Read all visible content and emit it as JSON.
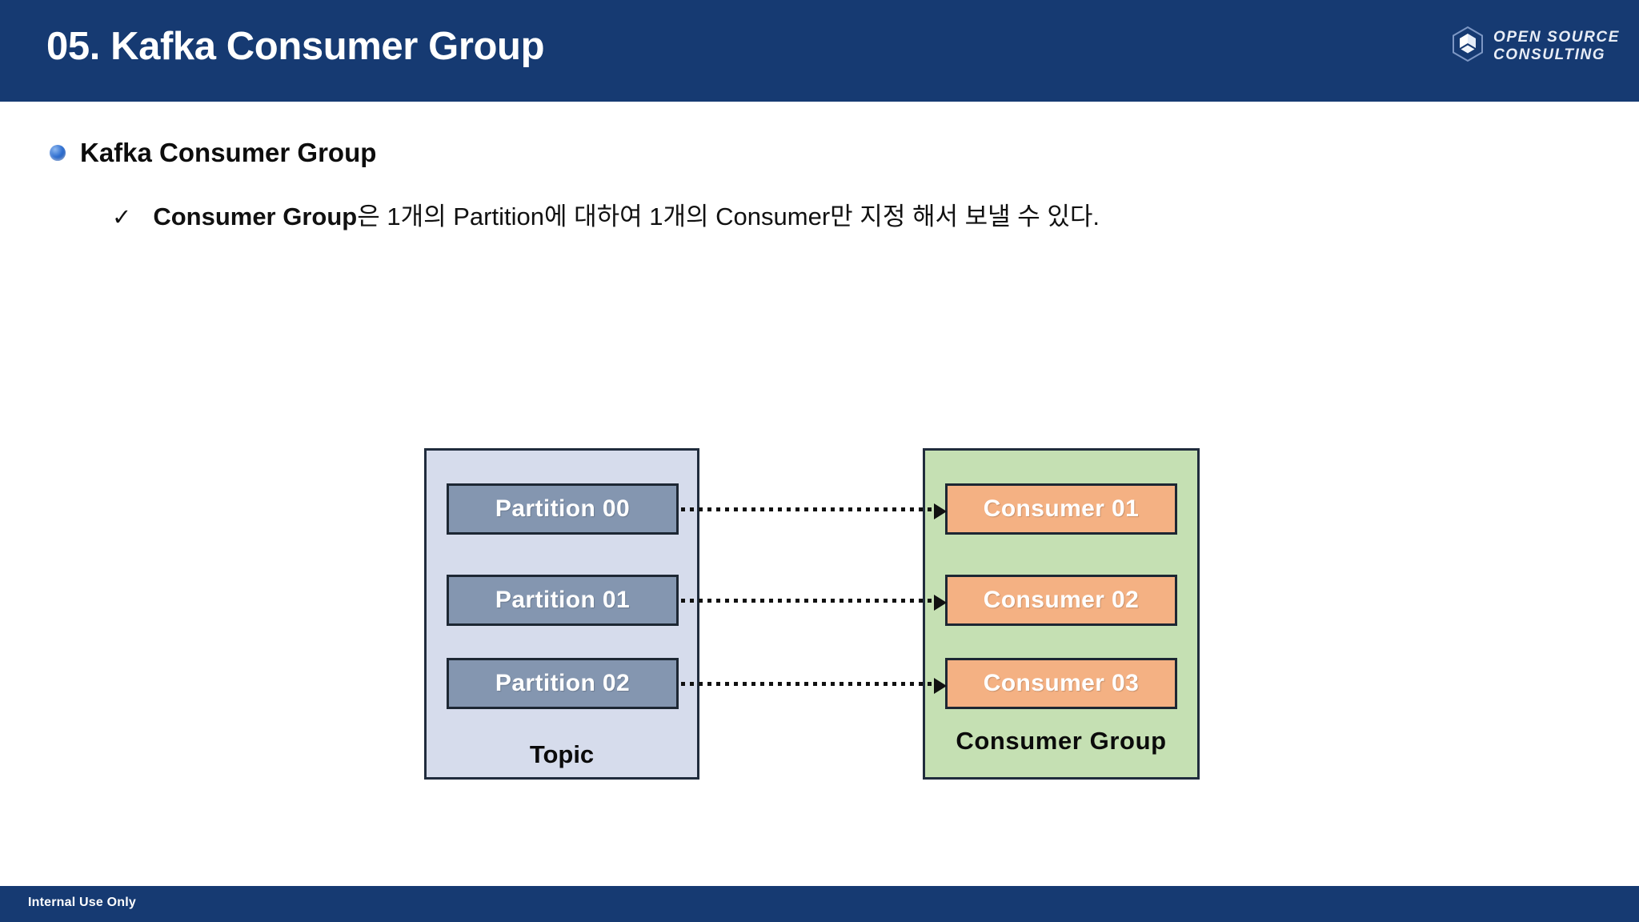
{
  "slide": {
    "title": "05. Kafka Consumer Group",
    "header_color": "#163a72",
    "footer_text": "Internal Use Only"
  },
  "logo": {
    "icon": "hexagon-cube-icon",
    "line1": "OPEN SOURCE",
    "line2": "CONSULTING"
  },
  "content": {
    "bullet1": {
      "icon": "blue-sphere-bullet",
      "text": "Kafka Consumer Group"
    },
    "bullet2": {
      "icon": "checkmark-icon",
      "check": "✓",
      "strong": "Consumer Group",
      "rest": "은 1개의 Partition에 대하여 1개의 Consumer만 지정 해서 보낼 수 있다.",
      "full": "Consumer Group은 1개의 Partition에 대하여 1개의 Consumer만 지정 해서 보낼 수 있다."
    }
  },
  "diagram": {
    "topic": {
      "caption": "Topic",
      "fill": "#d6dcec",
      "items": [
        {
          "label": "Partition 00"
        },
        {
          "label": "Partition 01"
        },
        {
          "label": "Partition 02"
        }
      ],
      "item_fill": "#8496b0"
    },
    "consumer_group": {
      "caption": "Consumer Group",
      "fill": "#c5e0b3",
      "items": [
        {
          "label": "Consumer 01"
        },
        {
          "label": "Consumer 02"
        },
        {
          "label": "Consumer 03"
        }
      ],
      "item_fill": "#f4b183"
    },
    "connections": [
      {
        "from": "Partition 00",
        "to": "Consumer 01",
        "style": "dotted-arrow"
      },
      {
        "from": "Partition 01",
        "to": "Consumer 02",
        "style": "dotted-arrow"
      },
      {
        "from": "Partition 02",
        "to": "Consumer 03",
        "style": "dotted-arrow"
      }
    ]
  }
}
